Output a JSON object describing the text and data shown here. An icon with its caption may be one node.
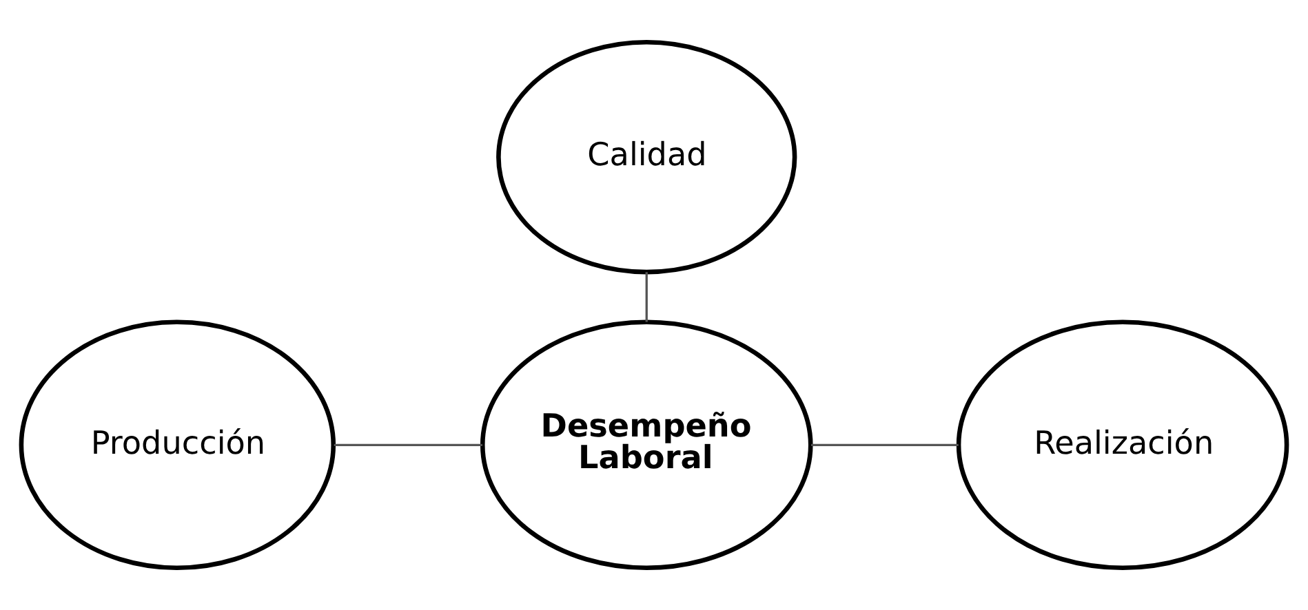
{
  "diagram": {
    "nodes": [
      {
        "text": [
          "Calidad"
        ]
      },
      {
        "text": [
          "Producción"
        ]
      },
      {
        "text": [
          "Realización"
        ]
      },
      {
        "text": [
          "Desempeño Laboral"
        ]
      }
    ],
    "edges": [
      {
        "from": 0,
        "to": 3,
        "arrow": "none"
      },
      {
        "from": 1,
        "to": 3,
        "arrow": "none"
      },
      {
        "from": 3,
        "to": 2,
        "arrow": "none"
      }
    ]
  }
}
